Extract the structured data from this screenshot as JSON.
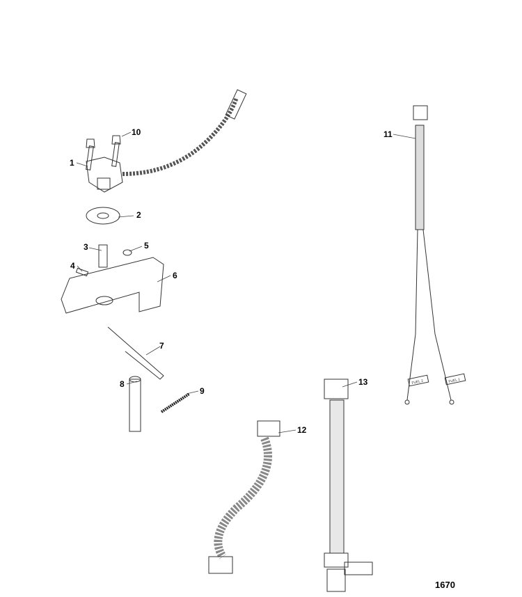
{
  "callouts": [
    "1",
    "2",
    "3",
    "4",
    "5",
    "6",
    "7",
    "8",
    "9",
    "10",
    "11",
    "12",
    "13"
  ],
  "figure_number": "1670",
  "tags": {
    "fuel_2": "FUEL 2",
    "fuel_1": "FUEL 1"
  }
}
